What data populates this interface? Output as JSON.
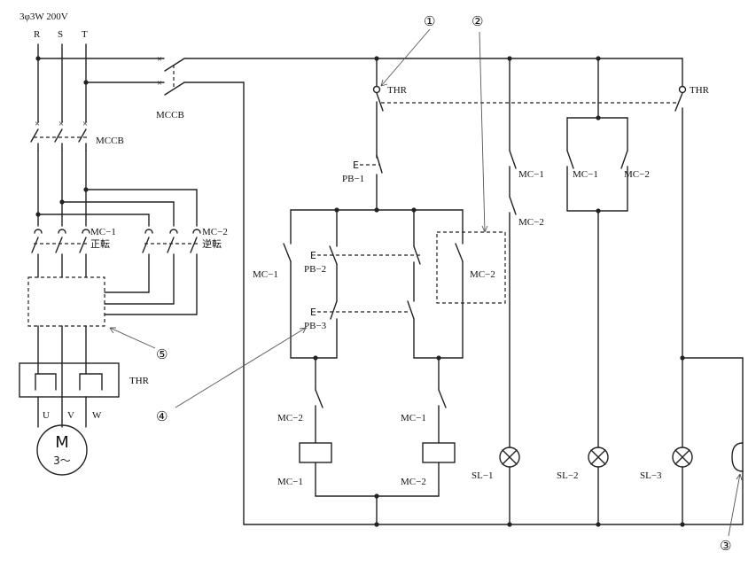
{
  "supply": {
    "title": "3φ3W 200V",
    "phases": [
      "R",
      "S",
      "T"
    ]
  },
  "breakers": {
    "mccb_top": "MCCB",
    "mccb_main": "MCCB"
  },
  "contactors": {
    "mc1": "MC−1",
    "mc2": "MC−2",
    "forward": "正転",
    "reverse": "逆転"
  },
  "motor": {
    "thr": "THR",
    "terminals": [
      "U",
      "V",
      "W"
    ],
    "symbol": "M",
    "sub": "3〜"
  },
  "control": {
    "thr": "THR",
    "pb1": "PB−1",
    "pb2": "PB−2",
    "pb3": "PB−3",
    "e": "E",
    "mc1": "MC−1",
    "mc2": "MC−2",
    "sl1": "SL−1",
    "sl2": "SL−2",
    "sl3": "SL−3"
  },
  "callouts": [
    "①",
    "②",
    "③",
    "④",
    "⑤"
  ]
}
